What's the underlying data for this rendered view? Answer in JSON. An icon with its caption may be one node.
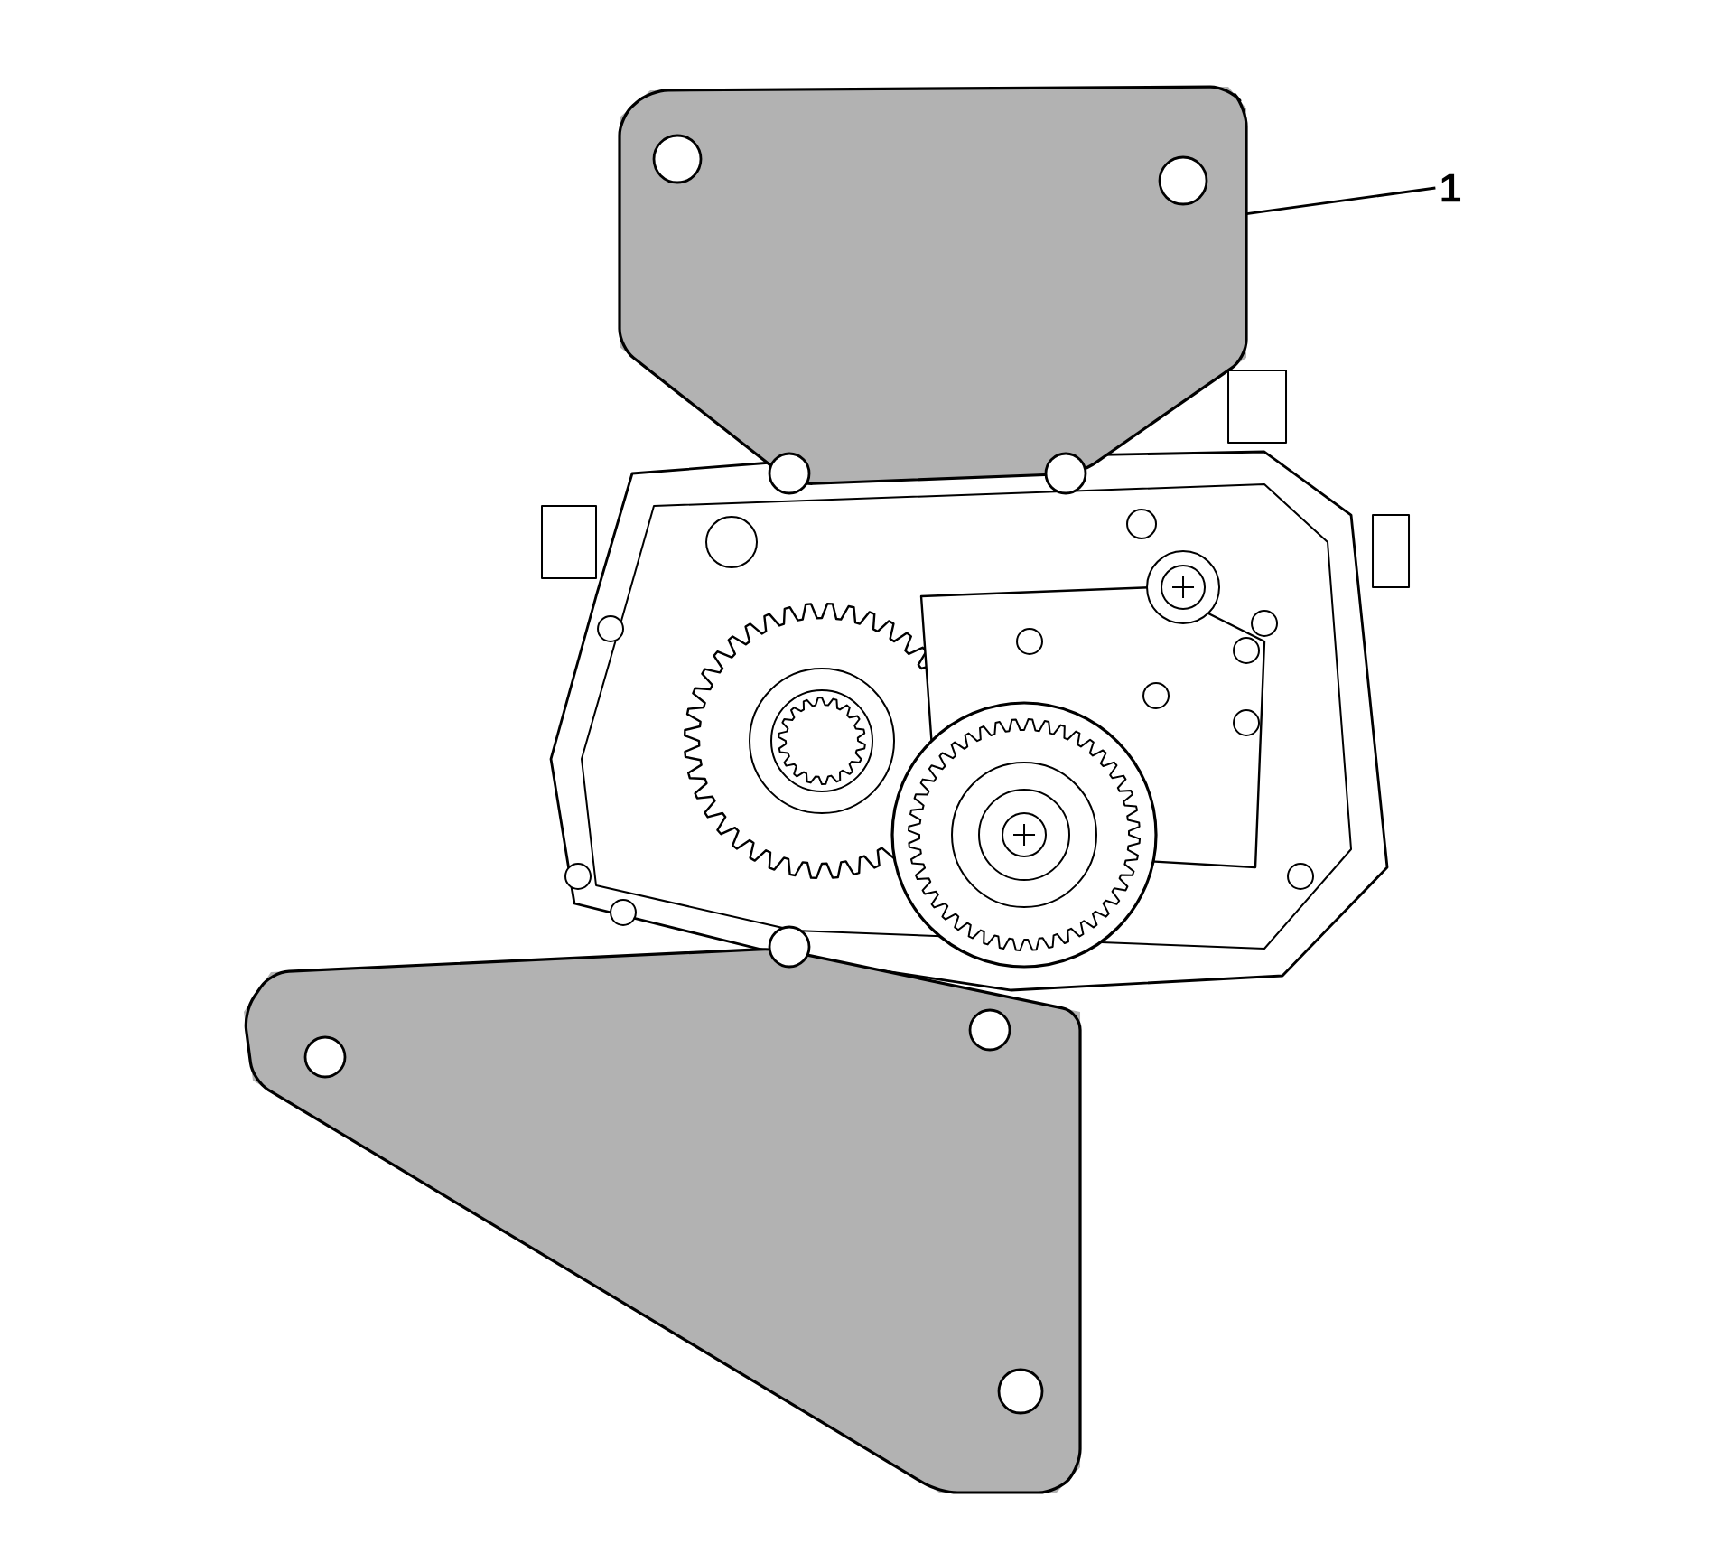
{
  "diagram": {
    "nodes": [
      {
        "text": [
          "1"
        ]
      },
      {
        "text": [],
        "shape": "picture"
      }
    ],
    "edges": [
      {
        "from": 0,
        "to": 1,
        "arrow": "none"
      }
    ]
  }
}
